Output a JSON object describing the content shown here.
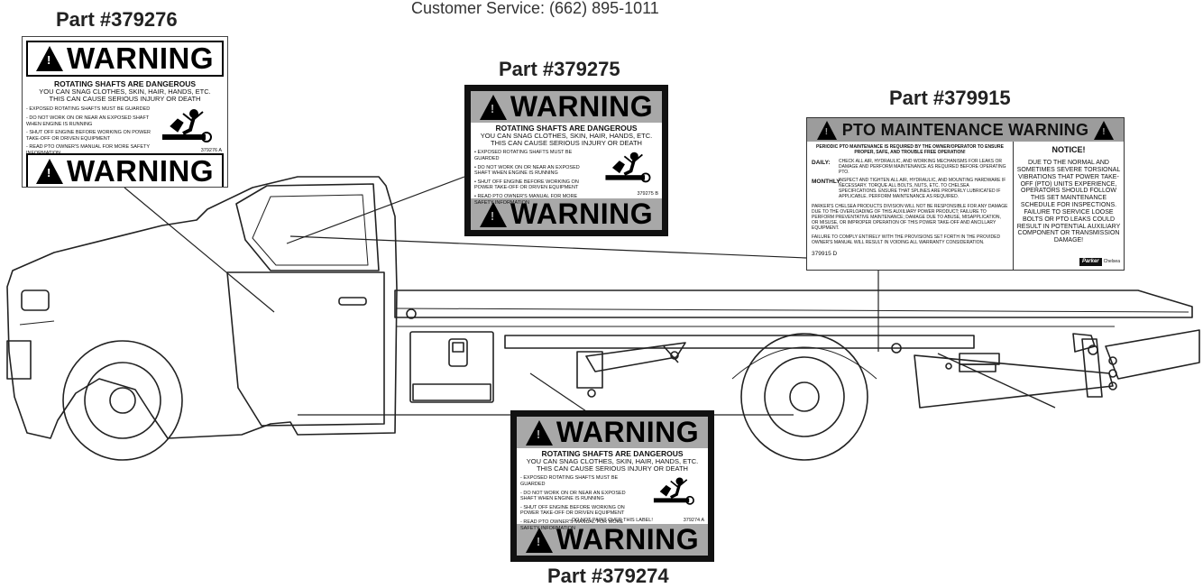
{
  "customer_service": "Customer Service: (662) 895-1011",
  "labels": {
    "l276": {
      "part": "Part #379276",
      "warning": "WARNING",
      "headline": "ROTATING SHAFTS ARE DANGEROUS",
      "sub1": "YOU CAN SNAG CLOTHES, SKIN, HAIR, HANDS, ETC.",
      "sub2": "THIS CAN CAUSE SERIOUS INJURY OR DEATH",
      "bullets": [
        "- EXPOSED ROTATING SHAFTS MUST BE GUARDED",
        "- DO NOT WORK ON OR NEAR AN EXPOSED SHAFT WHEN ENGINE IS RUNNING",
        "- SHUT OFF ENGINE BEFORE WORKING ON POWER TAKE-OFF OR DRIVEN EQUIPMENT",
        "- READ PTO OWNER'S MANUAL FOR MORE SAFETY INFORMATION"
      ],
      "code": "379276  A"
    },
    "l275": {
      "part": "Part #379275",
      "warning": "WARNING",
      "headline": "ROTATING SHAFTS ARE DANGEROUS",
      "sub1": "YOU CAN SNAG CLOTHES, SKIN, HAIR, HANDS, ETC.",
      "sub2": "THIS CAN CAUSE SERIOUS INJURY OR DEATH",
      "bullets": [
        "• EXPOSED ROTATING SHAFTS MUST BE GUARDED",
        "• DO NOT WORK ON OR NEAR AN EXPOSED SHAFT WHEN ENGINE IS RUNNING",
        "• SHUT OFF ENGINE BEFORE WORKING ON POWER TAKE-OFF OR DRIVEN EQUIPMENT",
        "• READ PTO OWNER'S MANUAL FOR MORE SAFETY INFORMATION"
      ],
      "code": "379275  B"
    },
    "l274": {
      "part": "Part #379274",
      "warning": "WARNING",
      "headline": "ROTATING SHAFTS ARE DANGEROUS",
      "sub1": "YOU CAN SNAG CLOTHES, SKIN, HAIR, HANDS, ETC.",
      "sub2": "THIS CAN CAUSE SERIOUS INJURY OR DEATH",
      "bullets": [
        "- EXPOSED ROTATING SHAFTS MUST BE GUARDED",
        "- DO NOT WORK ON OR NEAR AN EXPOSED SHAFT WHEN ENGINE IS RUNNING",
        "- SHUT OFF ENGINE BEFORE WORKING ON POWER TAKE-OFF OR DRIVEN EQUIPMENT",
        "- READ PTO OWNER'S MANUAL FOR MORE SAFETY INFORMATION"
      ],
      "footer": "DO NOT PAINT OVER THIS LABEL!",
      "code": "379274  A"
    },
    "l915": {
      "part": "Part #379915",
      "title": "PTO MAINTENANCE WARNING",
      "intro": "PERIODIC PTO MAINTENANCE IS REQUIRED BY THE OWNER/OPERATOR TO ENSURE PROPER, SAFE, AND TROUBLE FREE OPERATION!",
      "daily_label": "DAILY:",
      "daily_text": "CHECK ALL AIR, HYDRAULIC, AND WORKING MECHANISMS FOR LEAKS OR DAMAGE AND PERFORM MAINTENANCE AS REQUIRED BEFORE OPERATING PTO.",
      "monthly_label": "MONTHLY:",
      "monthly_text": "INSPECT AND TIGHTEN ALL AIR, HYDRAULIC, AND MOUNTING HARDWARE IF NECESSARY. TORQUE ALL BOLTS, NUTS, ETC. TO CHELSEA SPECIFICATIONS. ENSURE THAT SPLINES ARE PROPERLY LUBRICATED IF APPLICABLE. PERFORM MAINTENANCE AS REQUIRED.",
      "para1": "PARKER'S CHELSEA PRODUCTS DIVISION WILL NOT BE RESPONSIBLE FOR ANY DAMAGE DUE TO THE OVERLOADING OF THIS AUXILIARY POWER PRODUCT; FAILURE TO PERFORM PREVENTATIVE MAINTENANCE; DAMAGE DUE TO ABUSE, MISAPPLICATION, OR MISUSE, OR IMPROPER OPERATION OF THIS POWER TAKE-OFF AND ANCILLARY EQUIPMENT.",
      "para2": "FAILURE TO COMPLY ENTIRELY WITH THE PROVISIONS SET FORTH IN THE PROVIDED OWNER'S MANUAL WILL RESULT IN VOIDING ALL WARRANTY CONSIDERATION.",
      "code": "379915  D",
      "notice_title": "NOTICE!",
      "notice_text": "DUE TO THE NORMAL AND SOMETIMES SEVERE TORSIONAL VIBRATIONS THAT POWER TAKE-OFF (PTO) UNITS EXPERIENCE, OPERATORS SHOULD FOLLOW THIS SET MAINTENANCE SCHEDULE FOR INSPECTIONS. FAILURE TO SERVICE LOOSE BOLTS OR PTO LEAKS COULD RESULT IN POTENTIAL AUXILIARY COMPONENT OR TRANSMISSION DAMAGE!",
      "brand": "Parker",
      "brand_sub": "Chelsea"
    }
  }
}
